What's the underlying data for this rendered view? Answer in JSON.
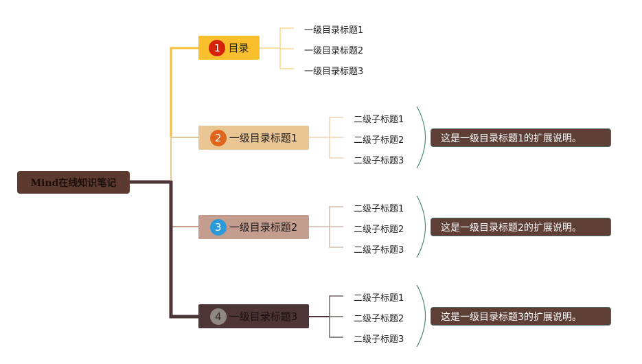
{
  "root": {
    "label": "Mind在线知识笔记"
  },
  "colors": {
    "root_bg": "#5d3a2f",
    "summary_bg": "#5d3f35",
    "summary_arc": "#4a8a76"
  },
  "branches": [
    {
      "number": "1",
      "label": "目录",
      "bg": "#f9bf2d",
      "badge_color": "#d6220b",
      "line_color": "#f6c03a",
      "sub_line_color": "#f7d68a",
      "children": [
        "一级目录标题1",
        "一级目录标题2",
        "一级目录标题3"
      ],
      "summary": null
    },
    {
      "number": "2",
      "label": "一级目录标题1",
      "bg": "#eac695",
      "badge_color": "#e0651c",
      "line_color": "#e9c898",
      "sub_line_color": "#ecd4b2",
      "children": [
        "二级子标题1",
        "二级子标题2",
        "二级子标题3"
      ],
      "summary": "这是一级目录标题1的扩展说明。"
    },
    {
      "number": "3",
      "label": "一级目录标题2",
      "bg": "#c59d8e",
      "badge_color": "#2a9ad8",
      "line_color": "#c39a8c",
      "sub_line_color": "#d5b8ad",
      "children": [
        "二级子标题1",
        "二级子标题2",
        "二级子标题3"
      ],
      "summary": "这是一级目录标题2的扩展说明。"
    },
    {
      "number": "4",
      "label": "一级目录标题3",
      "bg": "#4d3437",
      "badge_color": "#8f8786",
      "line_color": "#4d3437",
      "sub_line_color": "#6e6262",
      "children": [
        "二级子标题1",
        "二级子标题2",
        "二级子标题3"
      ],
      "summary": "这是一级目录标题3的扩展说明。"
    }
  ]
}
